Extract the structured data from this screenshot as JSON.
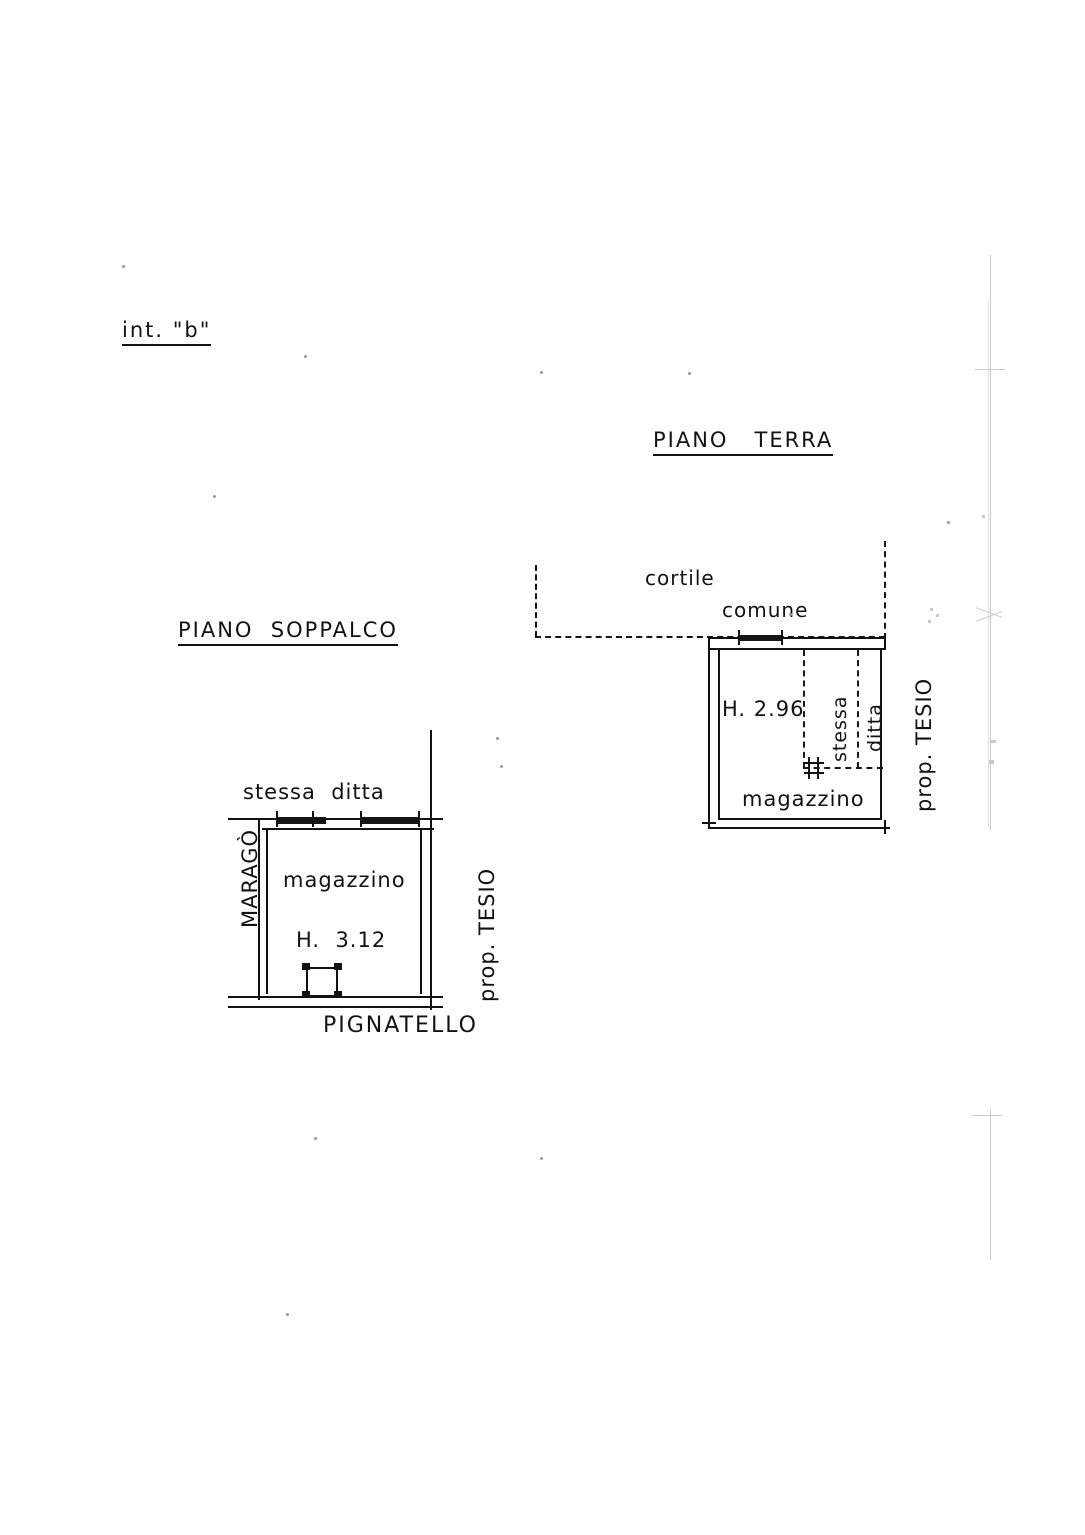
{
  "document": {
    "type": "architectural-floor-plan",
    "unit_label": "int. \"b\"",
    "plans": [
      {
        "id": "piano-soppalco",
        "title": "PIANO  SOPPALCO",
        "room_label": "magazzino",
        "height_label": "H.  3.12",
        "neighbor_top": "stessa  ditta",
        "neighbor_left": "MARAGÒ",
        "neighbor_right": "prop. TESIO",
        "neighbor_bottom": "PIGNATELLO"
      },
      {
        "id": "piano-terra",
        "title": "PIANO   TERRA",
        "room_label": "magazzino",
        "height_label": "H. 2.96",
        "courtyard_line1": "cortile",
        "courtyard_line2": "comune",
        "inner_label_line1": "stessa",
        "inner_label_line2": "ditta",
        "neighbor_right": "prop. TESIO"
      }
    ]
  },
  "colors": {
    "ink": "#121212",
    "paper": "#ffffff",
    "faint_scan_line": "#c9c9c9"
  }
}
